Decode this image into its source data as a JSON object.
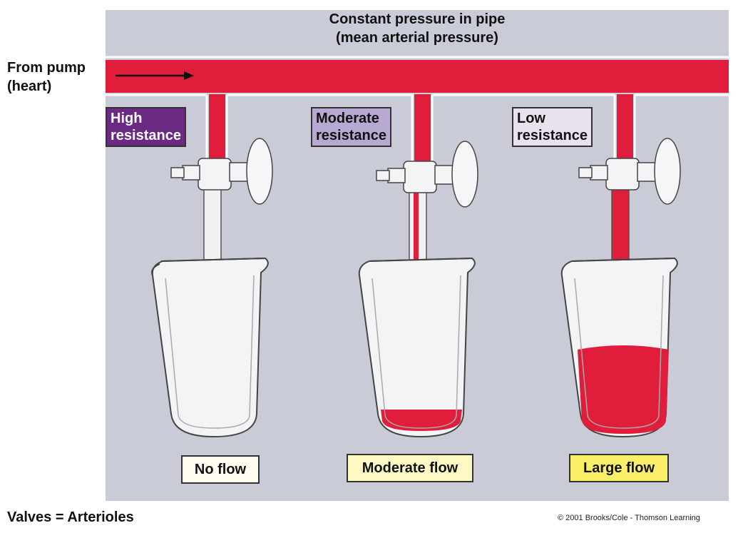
{
  "title_line1": "Constant pressure in pipe",
  "title_line2": "(mean arterial pressure)",
  "from_line1": "From pump",
  "from_line2": "(heart)",
  "valves": [
    {
      "label_line1": "High",
      "label_line2": "resistance",
      "label_bg": "#6a2a84",
      "label_fg": "#ffffff",
      "flow_label": "No flow",
      "flow_bg": "#fffdf0"
    },
    {
      "label_line1": "Moderate",
      "label_line2": "resistance",
      "label_bg": "#b8a9d2",
      "label_fg": "#111111",
      "flow_label": "Moderate flow",
      "flow_bg": "#fdf8c4"
    },
    {
      "label_line1": "Low",
      "label_line2": "resistance",
      "label_bg": "#e8e2ef",
      "label_fg": "#111111",
      "flow_label": "Large flow",
      "flow_bg": "#fbef6a"
    }
  ],
  "bottom_caption": "Valves = Arterioles",
  "copyright": "© 2001 Brooks/Cole - Thomson Learning",
  "colors": {
    "blood": "#e01e3c",
    "background": "#c9cbd6"
  }
}
